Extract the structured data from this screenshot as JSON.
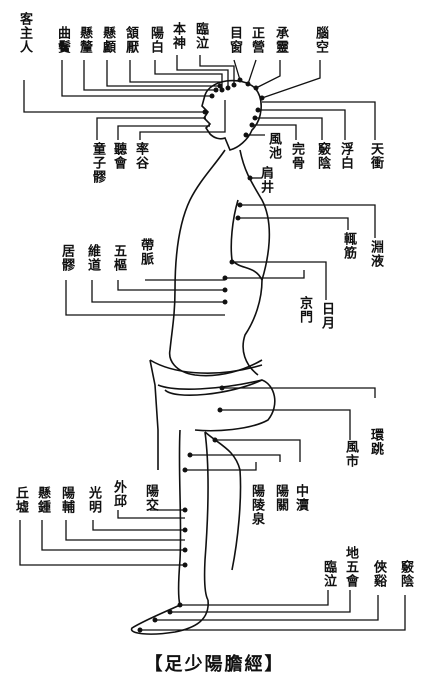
{
  "caption": "【足少陽膽經】",
  "points_top": [
    "客主人",
    "曲鬢",
    "懸釐",
    "懸顱",
    "頷厭",
    "陽白",
    "本神",
    "臨泣",
    "目窗",
    "正營",
    "承靈",
    "腦空"
  ],
  "points_head_right": [
    "天衝",
    "浮白",
    "竅陰",
    "完骨",
    "風池"
  ],
  "points_face_left": [
    "童子髎",
    "聽會",
    "率谷"
  ],
  "points_trunk_right": [
    "肩井",
    "淵液",
    "輒筋",
    "日月",
    "京門"
  ],
  "points_trunk_left": [
    "居髎",
    "維道",
    "五樞",
    "帶脈"
  ],
  "points_leg_right": [
    "環跳",
    "風市",
    "中瀆",
    "陽關",
    "陽陵泉"
  ],
  "points_leg_left": [
    "丘墟",
    "懸鍾",
    "陽輔",
    "光明",
    "外邱",
    "陽交"
  ],
  "points_foot_right": [
    "竅陰",
    "俠谿",
    "地五會",
    "臨泣"
  ],
  "colors": {
    "ink": "#111111",
    "background": "#ffffff"
  }
}
